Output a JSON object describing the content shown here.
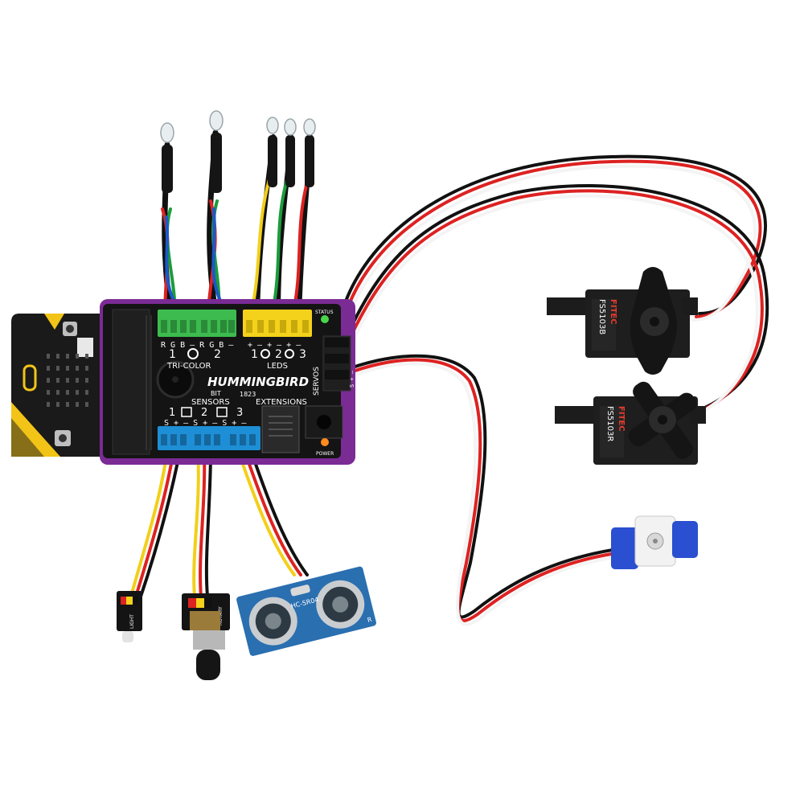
{
  "board": {
    "brand": "HUMMINGBIRD",
    "brand_sub": "BIT",
    "code": "1823",
    "tri_color_label": "TRI-COLOR",
    "leds_label": "LEDS",
    "sensors_label": "SENSORS",
    "extensions_label": "EXTENSIONS",
    "servos_label": "SERVOS",
    "status_label": "STATUS",
    "power_label": "POWER",
    "rgb_header": "R G B –  R G B –",
    "led_header": "+ –  + –  + –",
    "sensor_header": "S + –  S + –  S + –",
    "servo_header": "S + –",
    "num_1": "1",
    "num_2": "2",
    "num_3": "3"
  },
  "servo_a": {
    "brand": "FITEC",
    "model": "FS5103B"
  },
  "servo_b": {
    "brand": "FITEC",
    "model": "FS5103R"
  },
  "sensors": {
    "light_label": "LIGHT",
    "rotary_label": "ROTARY",
    "ultrasonic_label": "HC-SR04",
    "ultrasonic_r": "R"
  },
  "colors": {
    "board_purple": "#7a2b94",
    "pcb_black": "#141414",
    "terminal_green": "#3dbb4f",
    "terminal_yellow": "#f4d21b",
    "terminal_blue": "#1e8fd6",
    "microbit_yellow": "#f2c417",
    "sensor_pcb_blue": "#2a6fb0"
  }
}
